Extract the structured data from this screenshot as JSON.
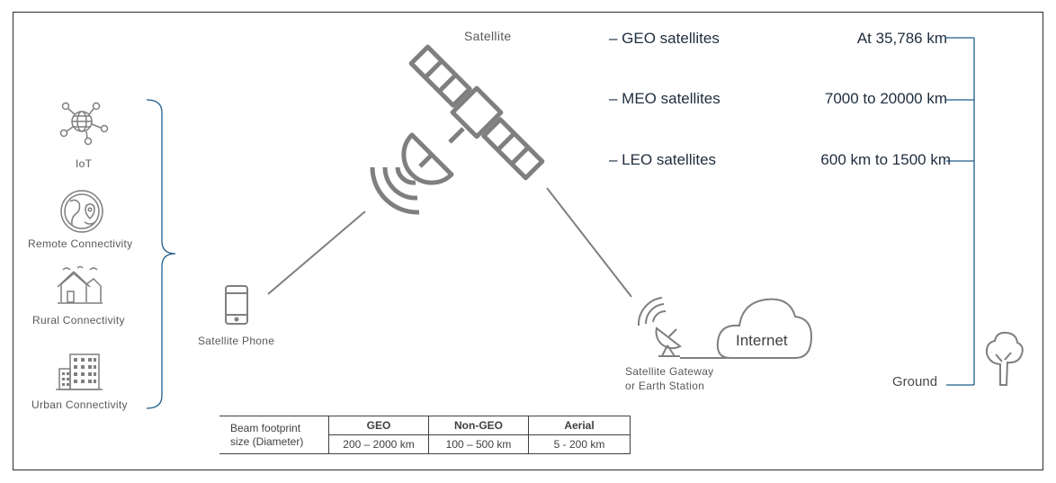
{
  "satellite_label": "Satellite",
  "orbits": [
    {
      "name": "– GEO satellites",
      "altitude": "At 35,786 km"
    },
    {
      "name": "– MEO satellites",
      "altitude": "7000 to 20000 km"
    },
    {
      "name": "– LEO satellites",
      "altitude": "600 km to 1500 km"
    }
  ],
  "ground_label": "Ground",
  "use_cases": [
    {
      "label": "IoT",
      "icon": "iot-network-icon"
    },
    {
      "label": "Remote  Connectivity",
      "icon": "globe-pin-icon"
    },
    {
      "label": "Rural Connectivity",
      "icon": "rural-house-icon"
    },
    {
      "label": "Urban Connectivity",
      "icon": "office-building-icon"
    }
  ],
  "phone_label": "Satellite  Phone",
  "gateway_label_line1": "Satellite  Gateway",
  "gateway_label_line2": "or Earth Station",
  "internet_label": "Internet",
  "beam_table": {
    "row_header_line1": "Beam footprint",
    "row_header_line2": "size (Diameter)",
    "columns": [
      "GEO",
      "Non-GEO",
      "Aerial"
    ],
    "values": [
      "200 – 2000 km",
      "100 – 500 km",
      "5 - 200 km"
    ]
  },
  "colors": {
    "accent_blue": "#1f5c8b",
    "icon_gray": "#7f7f7f",
    "text_dark": "#1f2d3d"
  }
}
